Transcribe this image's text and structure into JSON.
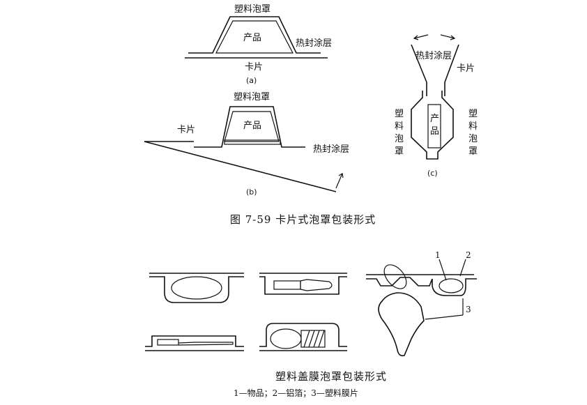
{
  "figure_a": {
    "bubble": "塑料泡罩",
    "product": "产品",
    "coating": "热封涂层",
    "card": "卡片",
    "tag": "(a)"
  },
  "figure_b": {
    "bubble": "塑料泡罩",
    "product": "产品",
    "card": "卡片",
    "coating": "热封涂层",
    "tag": "(b)"
  },
  "figure_c": {
    "coating": "热封涂层",
    "card": "卡片",
    "bubble_left": [
      "塑",
      "料",
      "泡",
      "罩"
    ],
    "product": [
      "产",
      "品"
    ],
    "bubble_right": [
      "塑",
      "料",
      "泡",
      "罩"
    ],
    "tag": "(c)"
  },
  "caption_top": "图 7-59   卡片式泡罩包装形式",
  "caption_bottom": "塑料盖膜泡罩包装形式",
  "legend_bottom": "1—物品；2—铝箔；3—塑料膜片",
  "numbers": [
    "1",
    "2",
    "3"
  ]
}
